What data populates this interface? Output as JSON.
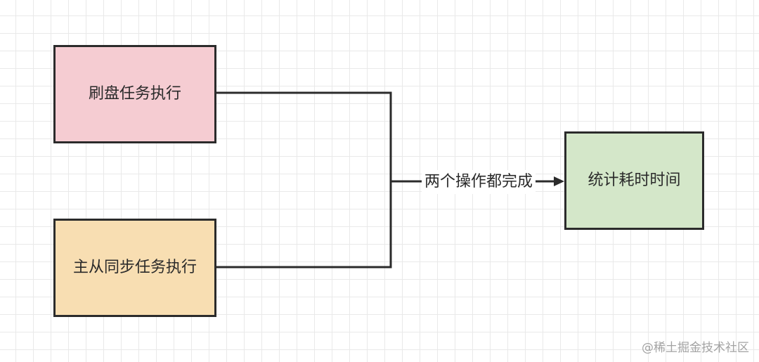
{
  "nodes": {
    "flush": {
      "label": "刷盘任务执行",
      "fill": "#f5ccd2"
    },
    "sync": {
      "label": "主从同步任务执行",
      "fill": "#f8deb2"
    },
    "timing": {
      "label": "统计耗时时间",
      "fill": "#d4e7c9"
    }
  },
  "edge_label": "两个操作都完成",
  "watermark": "@稀土掘金技术社区",
  "colors": {
    "stroke": "#2b2b2b",
    "grid": "#e9e9e9",
    "background": "#ffffff"
  }
}
